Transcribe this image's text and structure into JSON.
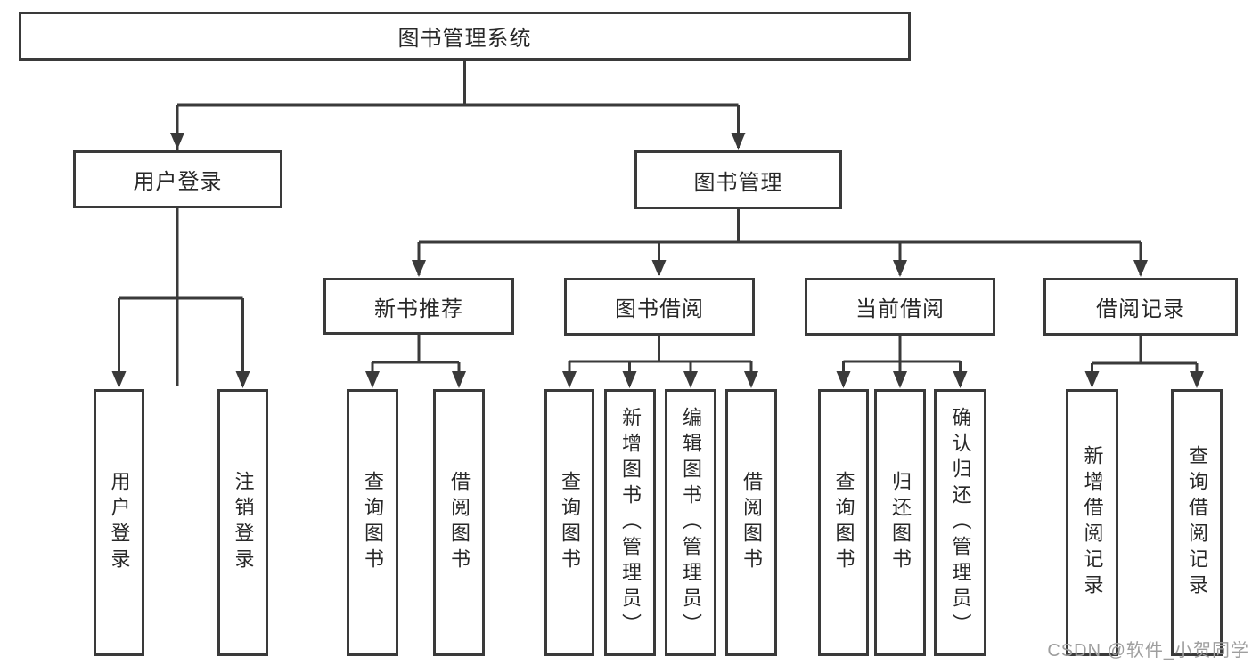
{
  "diagram": {
    "root": {
      "label": "图书管理系统"
    },
    "branches": [
      {
        "label": "用户登录",
        "children": [
          {
            "label": "用户登录"
          },
          {
            "label": "注销登录"
          }
        ]
      },
      {
        "label": "图书管理",
        "children": [
          {
            "label": "新书推荐",
            "children": [
              {
                "label": "查询图书"
              },
              {
                "label": "借阅图书"
              }
            ]
          },
          {
            "label": "图书借阅",
            "children": [
              {
                "label": "查询图书"
              },
              {
                "label": "新增图书（管理员）"
              },
              {
                "label": "编辑图书（管理员）"
              },
              {
                "label": "借阅图书"
              }
            ]
          },
          {
            "label": "当前借阅",
            "children": [
              {
                "label": "查询图书"
              },
              {
                "label": "归还图书"
              },
              {
                "label": "确认归还（管理员）"
              }
            ]
          },
          {
            "label": "借阅记录",
            "children": [
              {
                "label": "新增借阅记录"
              },
              {
                "label": "查询借阅记录"
              }
            ]
          }
        ]
      }
    ]
  },
  "colors": {
    "line": "#3a3a3a",
    "text": "#282828",
    "watermark": "#9e9e9e",
    "background": "#ffffff"
  },
  "watermark": {
    "text": "CSDN @软件_小贺同学"
  }
}
